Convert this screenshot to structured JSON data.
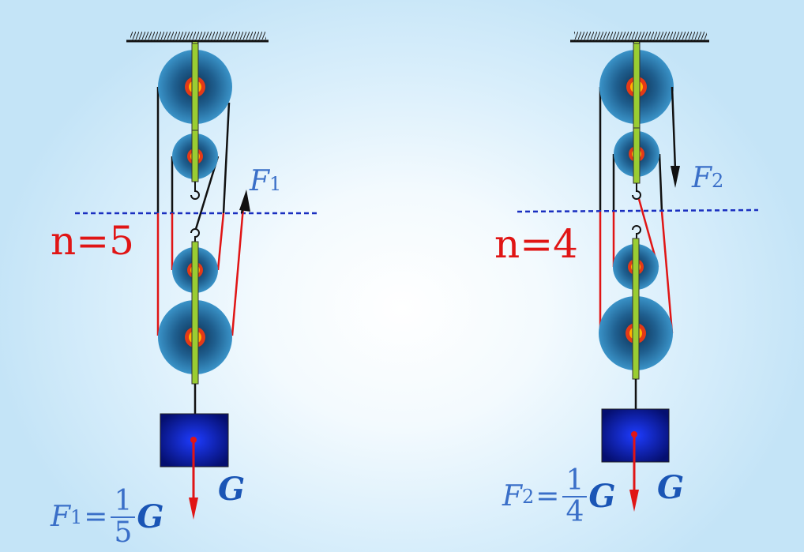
{
  "left_system": {
    "n_label": "n=5",
    "force_letter": "F",
    "force_sub": "1",
    "weight_label": "G",
    "formula": {
      "lhs_letter": "F",
      "lhs_sub": "1",
      "equals": "=",
      "numerator": "1",
      "denominator": "5",
      "weight": "G"
    }
  },
  "right_system": {
    "n_label": "n=4",
    "force_letter": "F",
    "force_sub": "2",
    "weight_label": "G",
    "formula": {
      "lhs_letter": "F",
      "lhs_sub": "2",
      "equals": "=",
      "numerator": "1",
      "denominator": "4",
      "weight": "G"
    }
  },
  "colors": {
    "rope_load": "#e01515",
    "rope_free": "#111111",
    "cut_line": "#1a2fc0",
    "pulley": "#2a7fb8",
    "axle_bar": "#9acd32",
    "weight_block": "#0a1aa0",
    "text_blue": "#3a6fc8"
  }
}
